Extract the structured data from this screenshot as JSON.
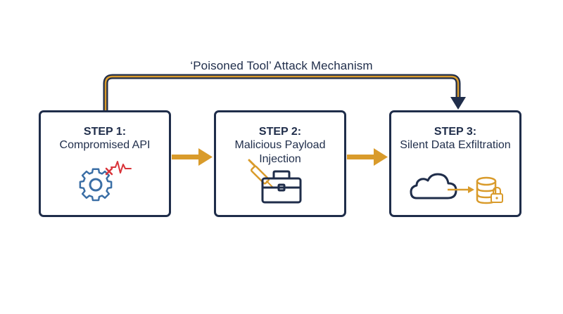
{
  "diagram": {
    "title": "‘Poisoned Tool’ Attack Mechanism",
    "steps": [
      {
        "label": "STEP 1:",
        "description": "Compromised API",
        "icon": "gear-alert-icon"
      },
      {
        "label": "STEP 2:",
        "description": "Malicious Payload Injection",
        "icon": "syringe-toolbox-icon"
      },
      {
        "label": "STEP 3:",
        "description": "Silent Data Exfiltration",
        "icon": "cloud-to-locked-database-icon"
      }
    ]
  },
  "colors": {
    "navy": "#1f2d4a",
    "gold": "#d99b2b",
    "blue": "#3a6ea5",
    "red": "#d9343a"
  }
}
